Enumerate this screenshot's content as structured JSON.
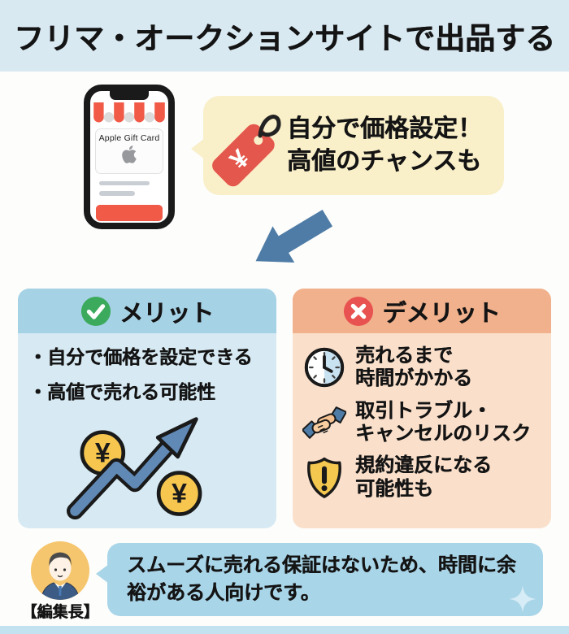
{
  "title_bar": {
    "title": "フリマ・オークションサイトで出品する"
  },
  "hero": {
    "phone": {
      "card_label": "Apple Gift Card"
    },
    "price_tag": {
      "currency_symbol": "¥"
    },
    "bubble": {
      "line1": "自分で価格設定！",
      "line2": "高値のチャンスも"
    }
  },
  "merit": {
    "header": "メリット",
    "bullets": [
      "・自分で価格を設定できる",
      "・高値で売れる可能性"
    ],
    "chart": {
      "coin_symbol": "¥"
    }
  },
  "demerit": {
    "header": "デメリット",
    "items": [
      {
        "icon": "clock-icon",
        "line1": "売れるまで",
        "line2": "時間がかかる"
      },
      {
        "icon": "handshake-icon",
        "line1": "取引トラブル・",
        "line2": "キャンセルのリスク"
      },
      {
        "icon": "shield-exclamation-icon",
        "line1": "規約違反になる",
        "line2": "可能性も"
      }
    ]
  },
  "footer": {
    "speaker_label": "【編集長】",
    "message": "スムーズに売れる保証はないため、時間に余裕がある人向けです。"
  },
  "colors": {
    "title_bar_bg": "#D9E9F2",
    "hero_bubble_bg": "#F9EFC9",
    "tag_red": "#E4574D",
    "phone_accent_red": "#F05A47",
    "arrow_blue": "#4E7CA6",
    "merit_header_bg": "#A6D2E6",
    "merit_body_bg": "#D7EAF3",
    "merit_check_green": "#3BAA5C",
    "demerit_header_bg": "#F1B18C",
    "demerit_body_bg": "#FAE0CB",
    "demerit_x_red": "#E85250",
    "coin_yellow": "#F6C64F",
    "chart_arrow_blue": "#6189B5",
    "shield_yellow": "#F4C84F",
    "footer_bubble_bg": "#A9D5E8",
    "avatar_bg": "#F5C66E",
    "bottom_strip_bg": "#C3E2F0"
  }
}
